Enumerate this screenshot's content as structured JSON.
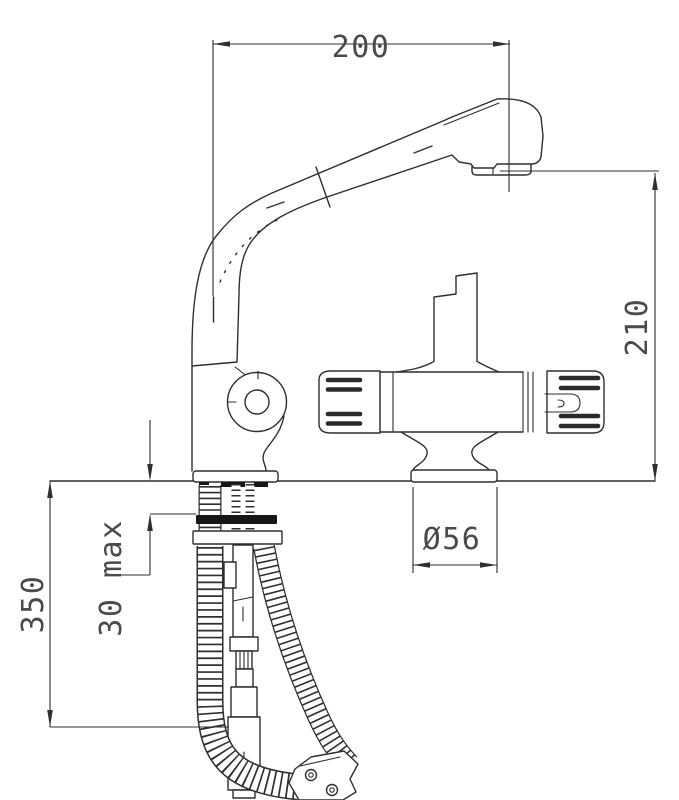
{
  "drawing": {
    "type": "technical-drawing-pullout-kitchen-faucet",
    "dimensions": {
      "spout_reach_mm": "200",
      "outlet_height_mm": "210",
      "hose_drop_mm": "350",
      "deck_thickness_max": "30 max",
      "base_diameter": "Ø56"
    }
  },
  "colors": {
    "line": "#2f2f2f",
    "dimension_text": "#4a4a4a",
    "background": "#ffffff"
  }
}
